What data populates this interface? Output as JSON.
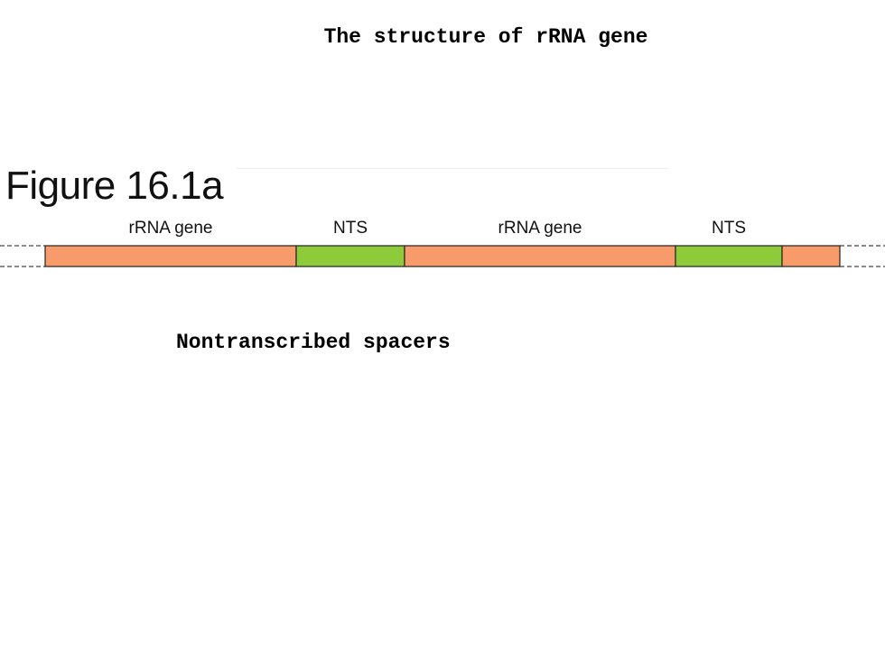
{
  "title": "The structure of rRNA gene",
  "figure_label": "Figure 16.1a",
  "caption": "Nontranscribed spacers",
  "colors": {
    "rrna_gene": "#f79b6b",
    "nts": "#8dcb3b",
    "outline": "#222222",
    "dash": "#444444"
  },
  "segments": [
    {
      "type": "rrna_gene",
      "label": "rRNA gene"
    },
    {
      "type": "nts",
      "label": "NTS"
    },
    {
      "type": "rrna_gene",
      "label": "rRNA gene"
    },
    {
      "type": "nts",
      "label": "NTS"
    },
    {
      "type": "rrna_gene",
      "label": ""
    }
  ]
}
